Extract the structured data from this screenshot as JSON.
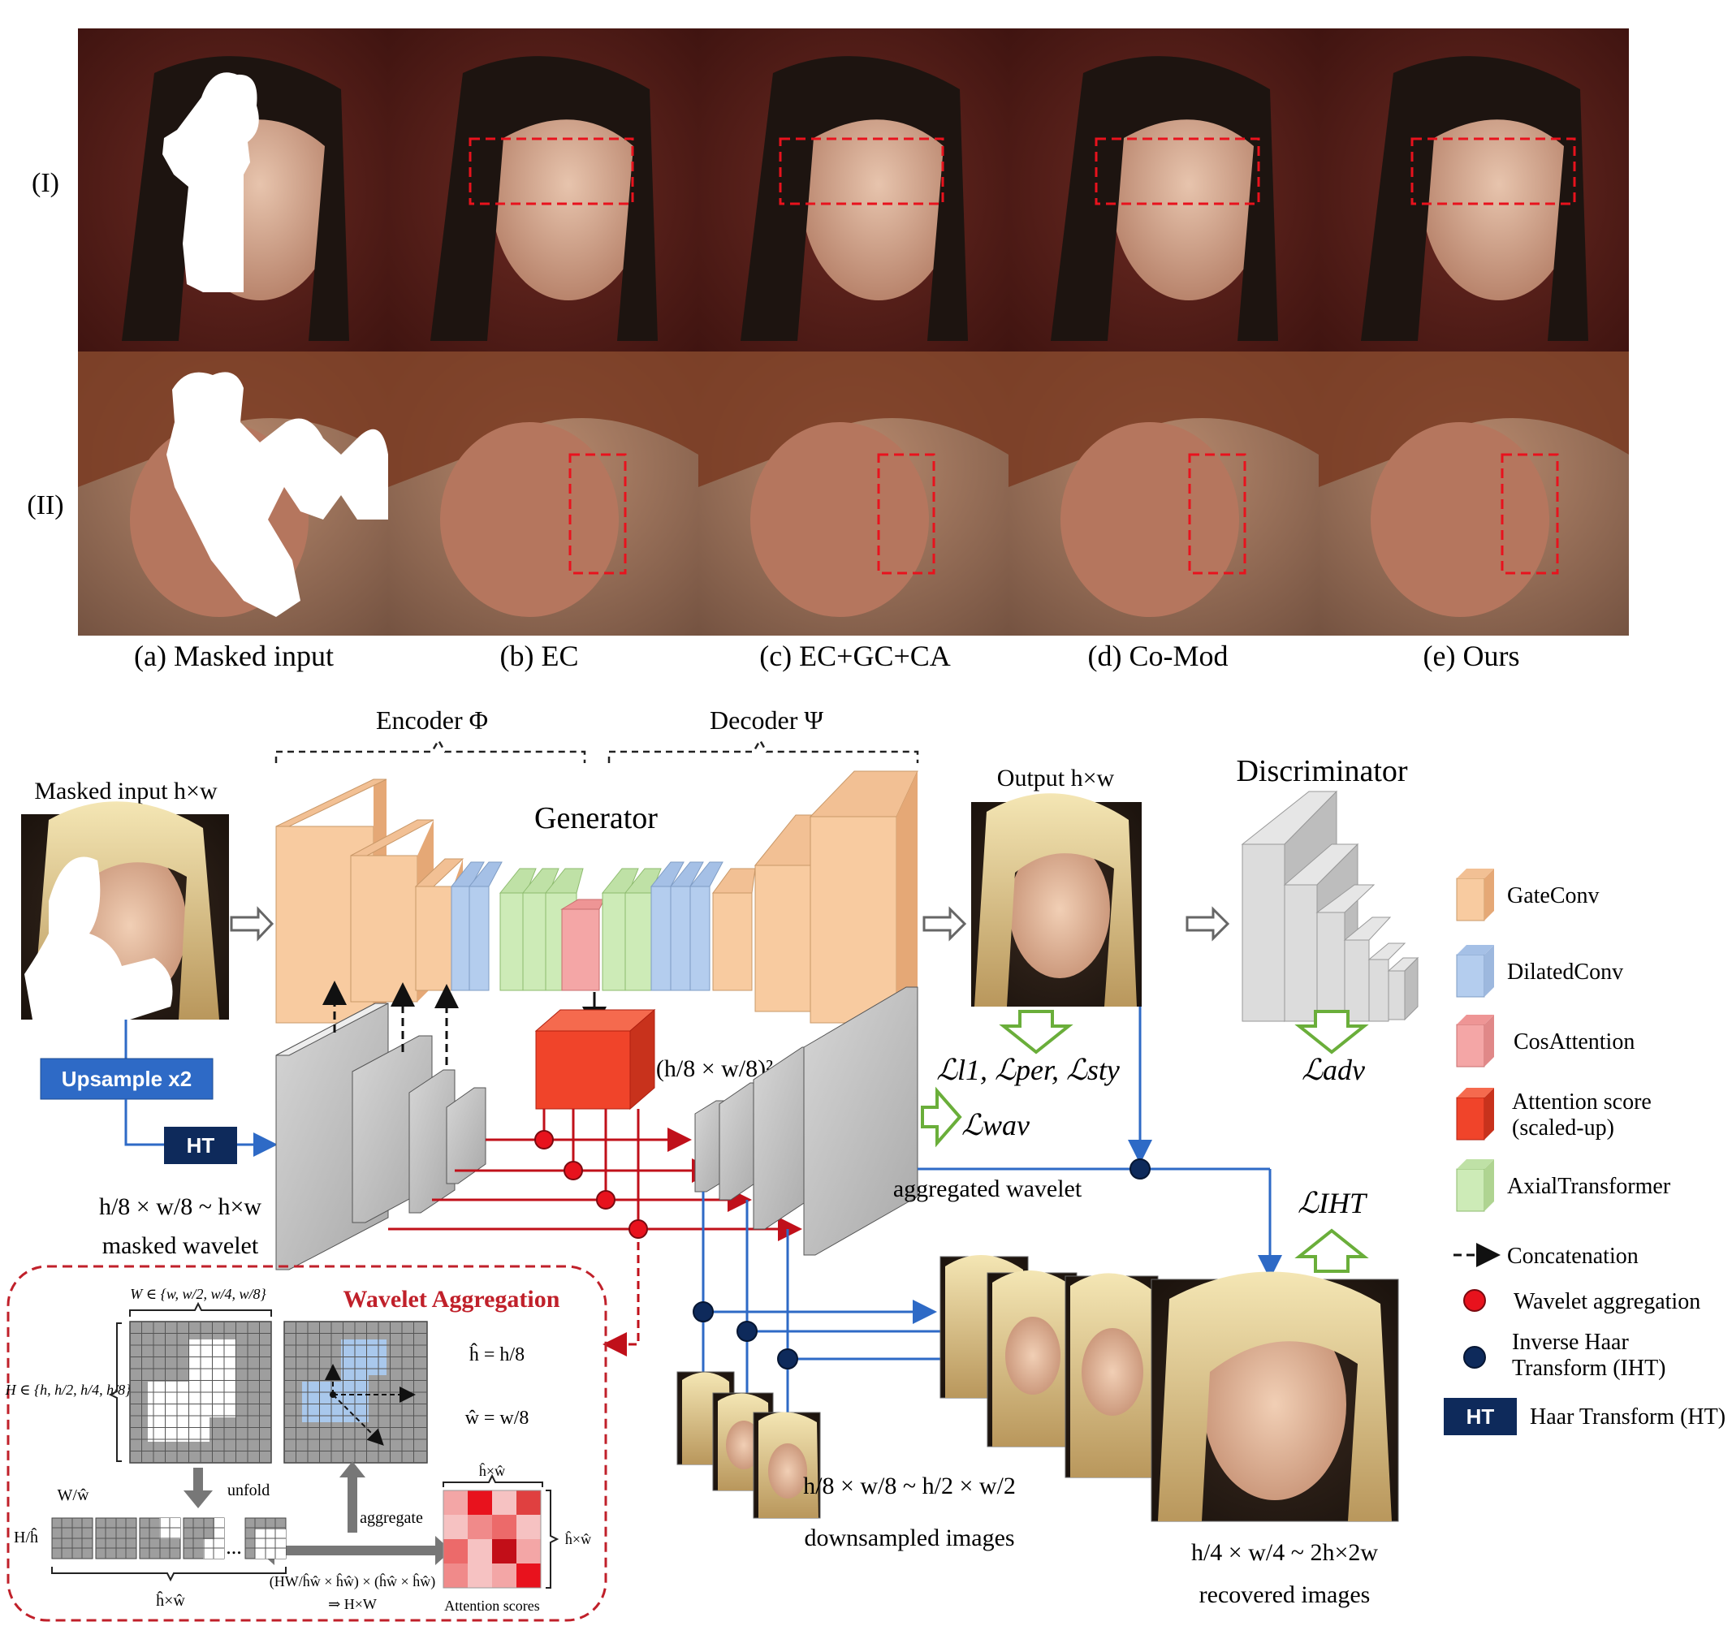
{
  "figure_top": {
    "row_labels": [
      "(I)",
      "(II)"
    ],
    "columns": [
      {
        "id": "a",
        "caption": "(a) Masked input"
      },
      {
        "id": "b",
        "caption": "(b) EC"
      },
      {
        "id": "c",
        "caption": "(c) EC+GC+CA"
      },
      {
        "id": "d",
        "caption": "(d) Co-Mod"
      },
      {
        "id": "e",
        "caption": "(e) Ours"
      }
    ]
  },
  "architecture": {
    "encoder_label": "Encoder Φ",
    "decoder_label": "Decoder Ψ",
    "generator_label": "Generator",
    "discriminator_label": "Discriminator",
    "masked_input_label": "Masked input h×w",
    "output_label": "Output h×w",
    "upsample_label": "Upsample x2",
    "ht_box_label": "HT",
    "masked_wavelet_size": "h/8 × w/8 ~ h×w",
    "masked_wavelet_label": "masked wavelet",
    "attention_size": "(h/8 × w/8)²",
    "aggregated_wavelet_label": "aggregated wavelet",
    "downsampled_size": "h/8 × w/8 ~ h/2 × w/2",
    "downsampled_label": "downsampled images",
    "recovered_size": "h/4 × w/4 ~ 2h×2w",
    "recovered_label": "recovered images"
  },
  "losses": {
    "output": "ℒl1, ℒper, ℒsty",
    "wav": "ℒwav",
    "adv": "ℒadv",
    "iht": "ℒIHT"
  },
  "legend": [
    {
      "key": "gateconv",
      "label": "GateConv"
    },
    {
      "key": "dilatedconv",
      "label": "DilatedConv"
    },
    {
      "key": "cosattention",
      "label": "CosAttention"
    },
    {
      "key": "attention_score",
      "label": "Attention score (scaled-up)"
    },
    {
      "key": "axialtransformer",
      "label": "AxialTransformer"
    },
    {
      "key": "concatenation",
      "label": "Concatenation"
    },
    {
      "key": "wavelet_aggregation",
      "label": "Wavelet aggregation"
    },
    {
      "key": "iht",
      "label": "Inverse Haar Transform (IHT)"
    },
    {
      "key": "ht",
      "label": "Haar Transform (HT)",
      "badge": "HT"
    }
  ],
  "wavelet_aggregation_panel": {
    "title": "Wavelet Aggregation",
    "W_set": "W ∈ {w, w/2, w/4, w/8}",
    "H_set": "H ∈ {h, h/2, h/4, h/8}",
    "h_hat_eq": "ĥ = h/8",
    "w_hat_eq": "ŵ = w/8",
    "unfold_label": "unfold",
    "aggregate_label": "aggregate",
    "w_over_w_hat": "W/ŵ",
    "h_over_h_hat": "H/ĥ",
    "patch_count": "ĥ×ŵ",
    "ellipsis": "...",
    "formula": "(HW/ĥŵ × ĥŵ) × (ĥŵ × ĥŵ)",
    "formula_result": "⇒ H×W",
    "score_dim": "ĥ×ŵ",
    "scores_label": "Attention scores"
  },
  "colors": {
    "gateconv": "#F8CBA0",
    "dilatedconv": "#B4CDEE",
    "cosattention": "#F4A6A6",
    "attention_score": "#F0442A",
    "axialtransformer": "#CDEBB7",
    "aggregation_red": "#E8121D",
    "iht_navy": "#0E2A5B",
    "ht_navy": "#0E2A5B",
    "upsample_blue": "#2E6AC6",
    "loss_green": "#6AAE3A",
    "panel_title": "#C0202A"
  }
}
